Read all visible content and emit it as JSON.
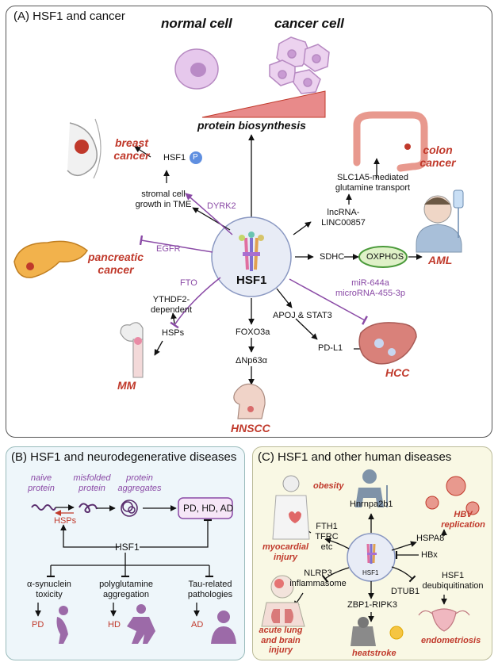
{
  "colors": {
    "accent_red": "#c0392b",
    "purple": "#8a4aa6",
    "panel_b_bg": "#eef6fa",
    "panel_c_bg": "#f9f8e4",
    "hsf1_circle": "#e8ecf6"
  },
  "panel_a": {
    "title": "(A) HSF1 and cancer",
    "normal_cell": "normal cell",
    "cancer_cell": "cancer cell",
    "protein_biosynthesis": "protein biosynthesis",
    "hsf1": "HSF1",
    "breast_cancer": [
      "breast",
      "cancer"
    ],
    "hsf1_p": "HSF1",
    "p_badge": "P",
    "stromal": [
      "stromal cell",
      "growth in TME"
    ],
    "dyrk2": "DYRK2",
    "egfr": "EGFR",
    "pancreatic_cancer": [
      "pancreatic",
      "cancer"
    ],
    "fto": "FTO",
    "ythdf2": [
      "YTHDF2-",
      "dependent"
    ],
    "hsps": "HSPs",
    "mm": "MM",
    "foxo3a": "FOXO3a",
    "dnp63a": "ΔNp63α",
    "hnscc": "HNSCC",
    "apoj": "APOJ & STAT3",
    "pdl1": "PD-L1",
    "hcc": "HCC",
    "mir": [
      "miR-644a",
      "microRNA-455-3p"
    ],
    "sdhc": "SDHC",
    "oxphos": "OXPHOS",
    "aml": "AML",
    "lncrna": [
      "lncRNA-",
      "LINC00857"
    ],
    "slc1a5": [
      "SLC1A5-mediated",
      "glutamine transport"
    ],
    "colon_cancer": [
      "colon",
      "cancer"
    ]
  },
  "panel_b": {
    "title": "(B) HSF1 and neurodegenerative diseases",
    "naive": [
      "naive",
      "protein"
    ],
    "misfolded": [
      "misfolded",
      "protein"
    ],
    "aggregates": [
      "protein",
      "aggregates"
    ],
    "hsps": "HSPs",
    "box": "PD, HD, AD",
    "hsf1": "HSF1",
    "asyn": [
      "α-synuclein",
      "toxicity"
    ],
    "polyq": [
      "polyglutamine",
      "aggregation"
    ],
    "tau": [
      "Tau-related",
      "pathologies"
    ],
    "pd": "PD",
    "hd": "HD",
    "ad": "AD"
  },
  "panel_c": {
    "title": "(C) HSF1 and other human diseases",
    "obesity": "obesity",
    "hnrnpa2b1": "Hnrnpa2b1",
    "hbv": [
      "HBV",
      "replication"
    ],
    "myocardial": [
      "myocardial",
      "injury"
    ],
    "fth1": [
      "FTH1",
      "TFRC",
      "etc"
    ],
    "hspa8": "HSPA8",
    "hbx": "HBx",
    "hsf1": "HSF1",
    "nlrp3": [
      "NLRP3",
      "inflammasome"
    ],
    "dtub1": "DTUB1",
    "deubiq": [
      "HSF1",
      "deubiquitination"
    ],
    "zbp1": "ZBP1-RIPK3",
    "acute": [
      "acute lung",
      "and brain",
      "injury"
    ],
    "heatstroke": "heatstroke",
    "endometriosis": "endometriosis"
  }
}
